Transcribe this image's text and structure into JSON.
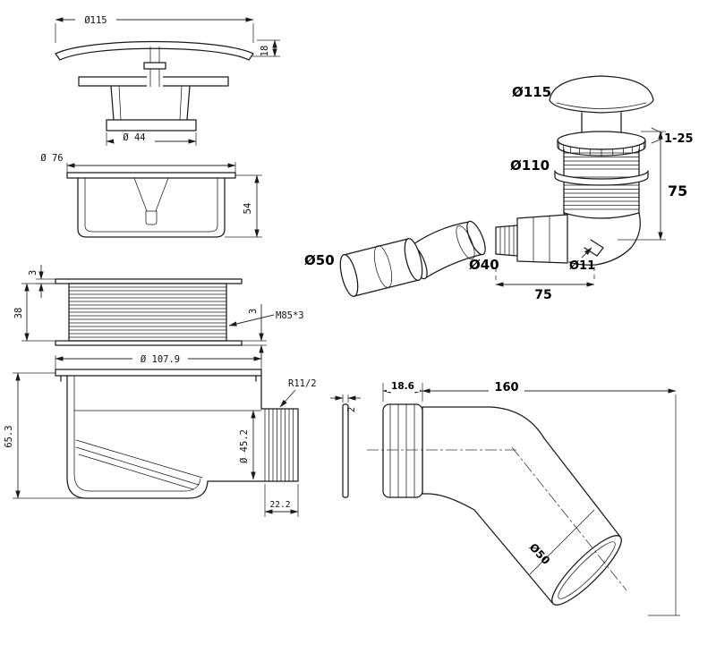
{
  "drawing": {
    "background": "#ffffff",
    "line_color": "#1a1a1a",
    "views": {
      "cap": {
        "dia_115": "Ø115",
        "height_18": "18",
        "dia_44": "Ø 44"
      },
      "cup": {
        "dia_76": "Ø 76",
        "height_54": "54"
      },
      "thread_ring": {
        "washer_top_3": "3",
        "washer_bottom_3": "3",
        "height_38": "38",
        "thread_spec": "M85*3"
      },
      "trap_body": {
        "dia_107_9": "Ø 107.9",
        "outlet_thread": "R11/2",
        "gasket_thk_2": "2",
        "height_65_3": "65.3",
        "dia_45_2": "Ø 45.2",
        "thread_len_22_2": "22.2"
      },
      "assembly": {
        "dia_115": "Ø115",
        "adjust_range": "1-25",
        "dia_110": "Ø110",
        "height_75": "75",
        "dia_50": "Ø50",
        "dia_40": "Ø40",
        "dia_11": "Ø11",
        "length_75": "75"
      },
      "elbow": {
        "nut_len_18_6": "18.6",
        "length_160": "160",
        "dia_50": "Ø50"
      }
    }
  }
}
